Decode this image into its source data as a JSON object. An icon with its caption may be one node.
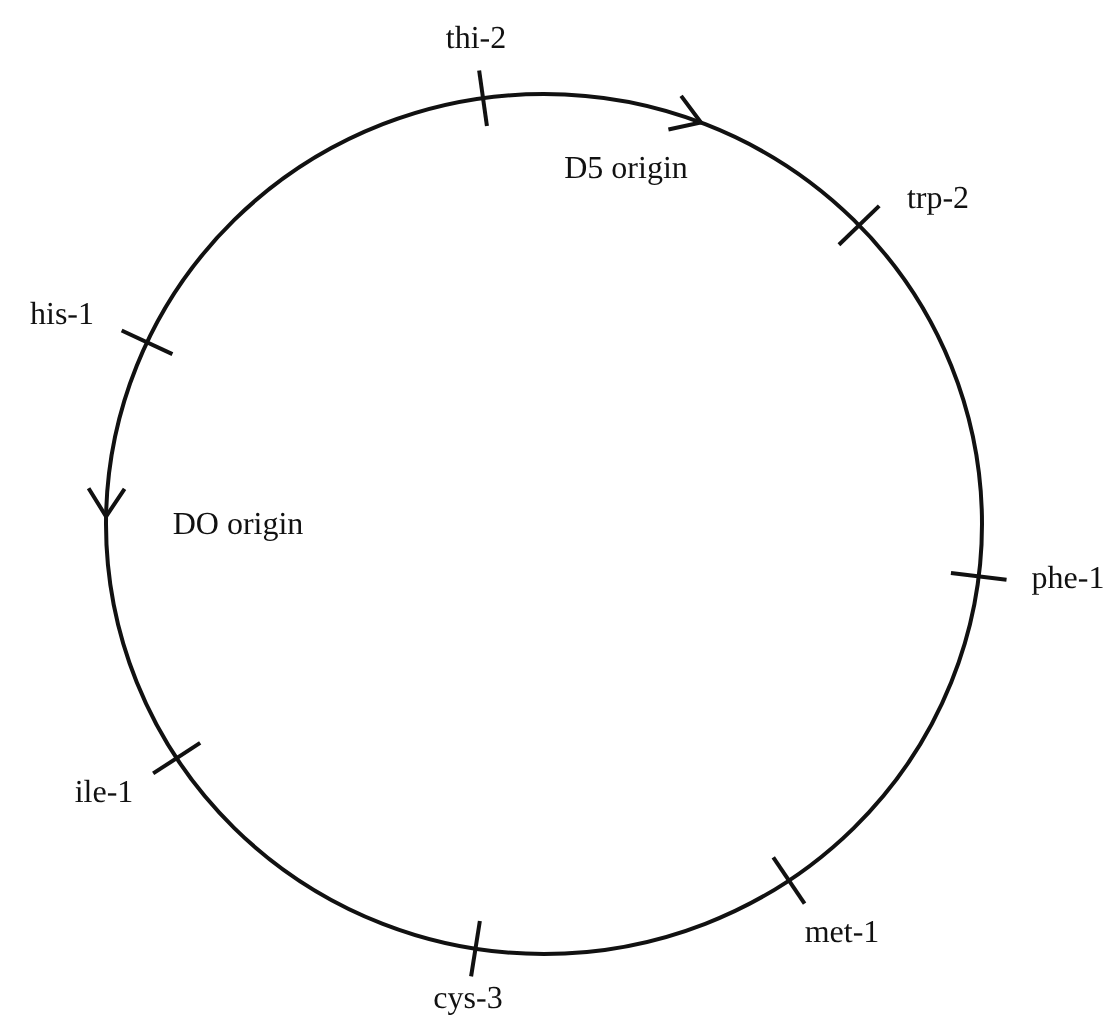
{
  "diagram": {
    "labels": [
      "thi-2",
      "D5 origin",
      "trp-2",
      "his-1",
      "DO origin",
      "phe-1",
      "ile-1",
      "met-1",
      "cys-3"
    ]
  }
}
